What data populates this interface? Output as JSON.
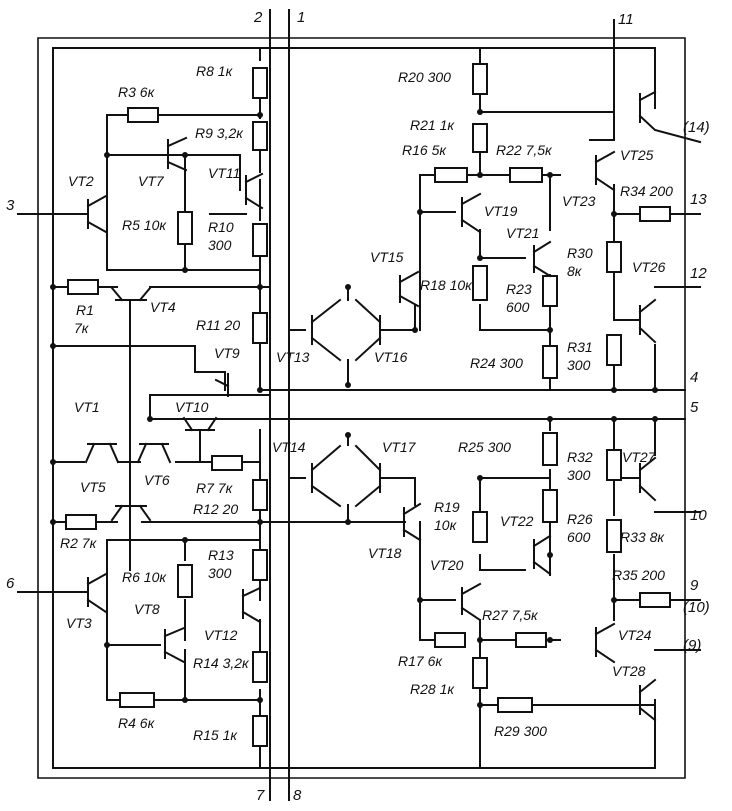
{
  "pins": {
    "p1": "1",
    "p2": "2",
    "p3": "3",
    "p4": "4",
    "p5": "5",
    "p6": "6",
    "p7": "7",
    "p8": "8",
    "p9": "9",
    "p9alt": "(9)",
    "p10": "10",
    "p10alt": "(10)",
    "p11": "11",
    "p12": "12",
    "p13": "13",
    "p14alt": "(14)"
  },
  "resistors": {
    "R1": [
      "R1",
      "7к"
    ],
    "R2": [
      "R2",
      "7к"
    ],
    "R3": [
      "R3",
      "6к"
    ],
    "R4": [
      "R4",
      "6к"
    ],
    "R5": [
      "R5",
      "10к"
    ],
    "R6": [
      "R6",
      "10к"
    ],
    "R7": [
      "R7",
      "7к"
    ],
    "R8": [
      "R8",
      "1к"
    ],
    "R9": [
      "R9",
      "3,2к"
    ],
    "R10": [
      "R10",
      "300"
    ],
    "R11": [
      "R11",
      "20"
    ],
    "R12": [
      "R12",
      "20"
    ],
    "R13": [
      "R13",
      "300"
    ],
    "R14": [
      "R14",
      "3,2к"
    ],
    "R15": [
      "R15",
      "1к"
    ],
    "R16": [
      "R16",
      "5к"
    ],
    "R17": [
      "R17",
      "6к"
    ],
    "R18": [
      "R18",
      "10к"
    ],
    "R19": [
      "R19",
      "10к"
    ],
    "R20": [
      "R20",
      "300"
    ],
    "R21": [
      "R21",
      "1к"
    ],
    "R22": [
      "R22",
      "7,5к"
    ],
    "R23": [
      "R23",
      "600"
    ],
    "R24": [
      "R24",
      "300"
    ],
    "R25": [
      "R25",
      "300"
    ],
    "R26": [
      "R26",
      "600"
    ],
    "R27": [
      "R27",
      "7,5к"
    ],
    "R28": [
      "R28",
      "1к"
    ],
    "R29": [
      "R29",
      "300"
    ],
    "R30": [
      "R30",
      "8к"
    ],
    "R31": [
      "R31",
      "300"
    ],
    "R32": [
      "R32",
      "300"
    ],
    "R33": [
      "R33",
      "8к"
    ],
    "R34": [
      "R34",
      "200"
    ],
    "R35": [
      "R35",
      "200"
    ]
  },
  "transistors": {
    "VT1": "VT1",
    "VT2": "VT2",
    "VT3": "VT3",
    "VT4": "VT4",
    "VT5": "VT5",
    "VT6": "VT6",
    "VT7": "VT7",
    "VT8": "VT8",
    "VT9": "VT9",
    "VT10": "VT10",
    "VT11": "VT11",
    "VT12": "VT12",
    "VT13": "VT13",
    "VT14": "VT14",
    "VT15": "VT15",
    "VT16": "VT16",
    "VT17": "VT17",
    "VT18": "VT18",
    "VT19": "VT19",
    "VT20": "VT20",
    "VT21": "VT21",
    "VT22": "VT22",
    "VT23": "VT23",
    "VT24": "VT24",
    "VT25": "VT25",
    "VT26": "VT26",
    "VT27": "VT27",
    "VT28": "VT28"
  }
}
